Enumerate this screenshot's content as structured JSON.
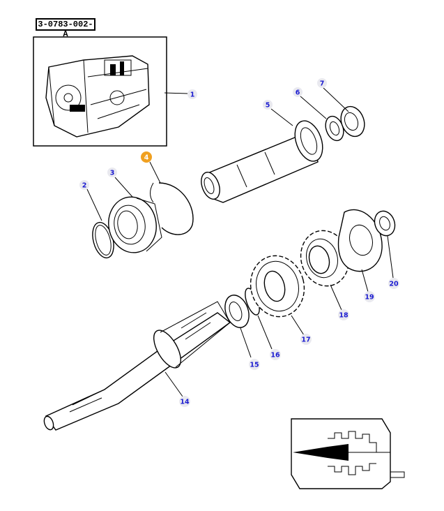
{
  "diagram": {
    "code": "3-0783-002-A",
    "callouts": [
      {
        "id": "c1",
        "label": "1"
      },
      {
        "id": "c2",
        "label": "2"
      },
      {
        "id": "c3",
        "label": "3"
      },
      {
        "id": "c4",
        "label": "4",
        "highlighted": true
      },
      {
        "id": "c5",
        "label": "5"
      },
      {
        "id": "c6",
        "label": "6"
      },
      {
        "id": "c7",
        "label": "7"
      },
      {
        "id": "c14",
        "label": "14"
      },
      {
        "id": "c15",
        "label": "15"
      },
      {
        "id": "c16",
        "label": "16"
      },
      {
        "id": "c17",
        "label": "17"
      },
      {
        "id": "c18",
        "label": "18"
      },
      {
        "id": "c19",
        "label": "19"
      },
      {
        "id": "c20",
        "label": "20"
      }
    ],
    "colors": {
      "callout_text": "#1a1ad0",
      "highlight": "#f0a020",
      "bubble": "#e9e9ef",
      "line": "#000000"
    }
  }
}
